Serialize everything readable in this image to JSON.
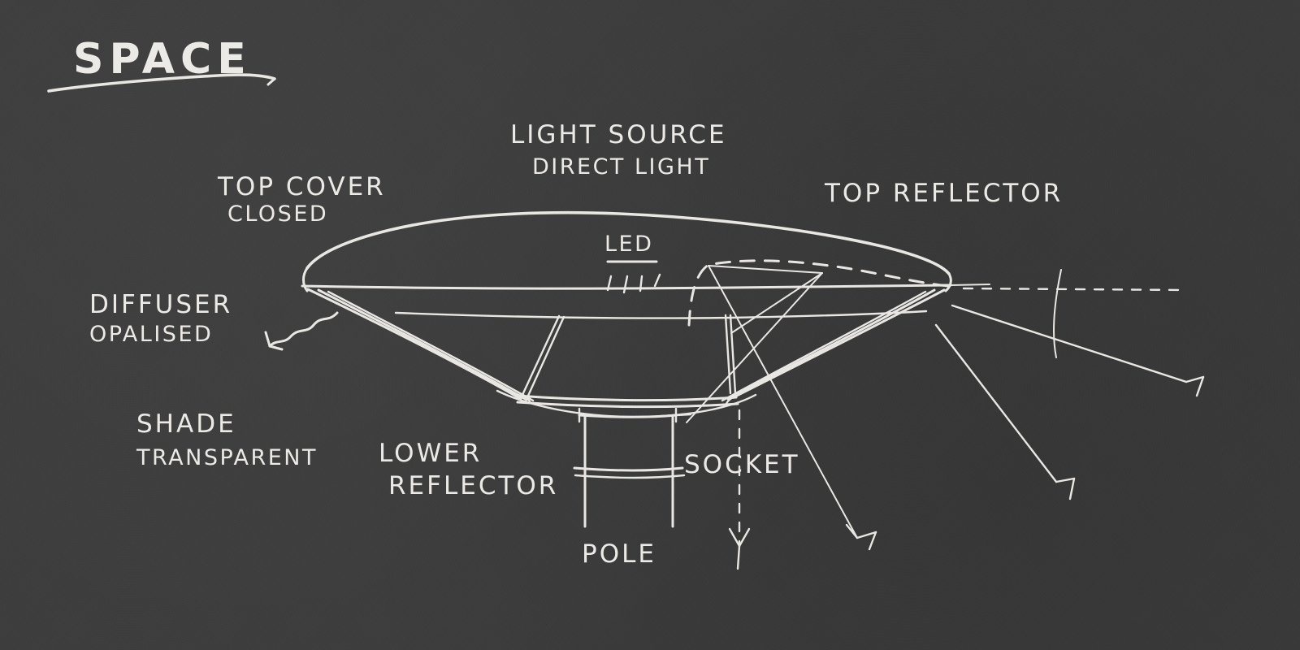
{
  "board": {
    "background_color": "#3b3b3b",
    "chalk_color": "#e9e7e3"
  },
  "title": {
    "text": "SPACE",
    "has_underline": true
  },
  "labels": {
    "top_cover": {
      "line1": "TOP COVER",
      "line2": "CLOSED"
    },
    "light_source": {
      "line1": "LIGHT SOURCE",
      "line2": "DIRECT LIGHT"
    },
    "top_reflector": {
      "line1": "TOP REFLECTOR"
    },
    "diffuser": {
      "line1": "DIFFUSER",
      "line2": "OPALISED"
    },
    "led": {
      "line1": "LED"
    },
    "shade": {
      "line1": "SHADE",
      "line2": "TRANSPARENT"
    },
    "lower_reflector": {
      "line1": "LOWER",
      "line2": "REFLECTOR"
    },
    "socket": {
      "line1": "SOCKET"
    },
    "pole": {
      "line1": "POLE"
    }
  },
  "annotations": {
    "diffuser_pointer": "squiggle-arrow",
    "socket_pointer": "dashed-down-arrow",
    "reflected_ray_arrows": 3,
    "hidden_outline": "dashed-curve"
  }
}
